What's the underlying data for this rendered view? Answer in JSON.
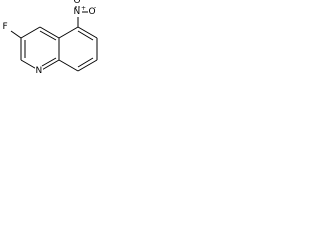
{
  "molecule": {
    "atoms": {
      "fluorine": "F",
      "ring_nitrogen": "N",
      "nitro_nitrogen": "N",
      "nitro_nitrogen_charge": "+",
      "nitro_oxygen_top": "O",
      "nitro_oxygen_right": "O",
      "nitro_oxygen_charge": "-"
    }
  }
}
